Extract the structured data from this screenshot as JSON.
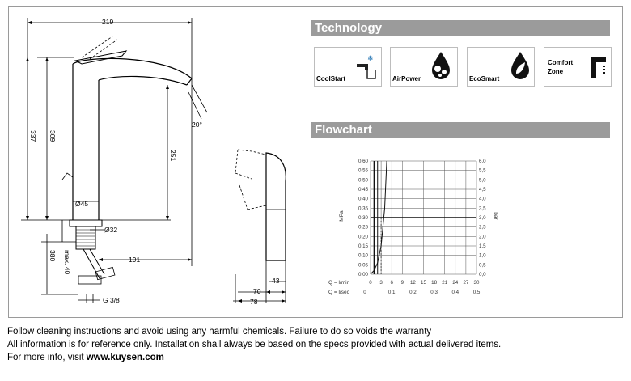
{
  "technology": {
    "title": "Technology",
    "features": [
      {
        "label": "CoolStart",
        "icon": "coolstart-icon"
      },
      {
        "label": "AirPower",
        "icon": "airpower-icon"
      },
      {
        "label": "EcoSmart",
        "icon": "ecosmart-icon"
      },
      {
        "label_line1": "Comfort",
        "label_line2": "Zone",
        "icon": "comfort-zone-icon"
      }
    ]
  },
  "flowchart": {
    "title": "Flowchart",
    "left_axis_label": "MPa",
    "right_axis_label": "bar",
    "left_ticks": [
      "0,60",
      "0,55",
      "0,50",
      "0,45",
      "0,40",
      "0,35",
      "0,30",
      "0,25",
      "0,20",
      "0,15",
      "0,10",
      "0,05",
      "0,00"
    ],
    "right_ticks": [
      "6,0",
      "5,5",
      "5,0",
      "4,5",
      "4,0",
      "3,5",
      "3,0",
      "2,5",
      "2,0",
      "1,5",
      "1,0",
      "0,5",
      "0,0"
    ],
    "q_min_label": "Q = l/min",
    "q_min_ticks": [
      "0",
      "3",
      "6",
      "9",
      "12",
      "15",
      "18",
      "21",
      "24",
      "27",
      "30"
    ],
    "q_sec_label": "Q = l/sec",
    "q_sec_ticks": [
      "0",
      "0,1",
      "0,2",
      "0,3",
      "0,4",
      "0,5"
    ]
  },
  "chart_data": {
    "type": "line",
    "xlabel": "Q = l/min",
    "ylabel": "MPa",
    "xlim": [
      0,
      30
    ],
    "ylim": [
      0,
      0.6
    ],
    "y2lim": [
      0,
      6
    ],
    "grid": true,
    "reference_line_y": 0.3,
    "series": [
      {
        "x": [
          0,
          1,
          2,
          3,
          4,
          4.6
        ],
        "y": [
          0,
          0.02,
          0.06,
          0.15,
          0.35,
          0.6
        ]
      }
    ]
  },
  "drawing": {
    "dim_219": "219",
    "dim_337": "337",
    "dim_309": "309",
    "dim_251": "251",
    "dim_20deg": "20°",
    "dim_45": "Ø45",
    "dim_32": "Ø32",
    "dim_380": "380",
    "dim_max40": "max. 40",
    "dim_191": "191",
    "dim_g38": "G 3/8",
    "dim_43": "43",
    "dim_70": "70",
    "dim_78": "78"
  },
  "footer": {
    "line1": "Follow cleaning instructions and avoid using any harmful chemicals. Failure to do so voids the warranty",
    "line2": "All information is for reference only. Installation shall always be based on the specs provided with actual delivered items.",
    "line3_prefix": "For more info, visit ",
    "line3_link": "www.kuysen.com"
  }
}
